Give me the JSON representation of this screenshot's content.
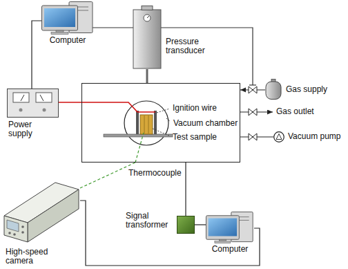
{
  "diagram": {
    "nodes": [
      {
        "text": [
          "Computer"
        ]
      },
      {
        "text": [
          "Pressure transducer"
        ]
      },
      {
        "text": [
          "Power supply"
        ]
      },
      {
        "text": [
          "Vacuum chamber"
        ]
      },
      {
        "text": [
          "Gas supply"
        ]
      },
      {
        "text": [
          "Vacuum pump"
        ]
      },
      {
        "text": [
          "High-speed camera"
        ]
      },
      {
        "text": [
          "Signal transformer"
        ]
      },
      {
        "text": [
          "Computer"
        ]
      }
    ],
    "edges": [
      {
        "from": 0,
        "to": 2,
        "arrow": "none"
      },
      {
        "from": 2,
        "to": 3,
        "arrow": "none"
      },
      {
        "from": 1,
        "to": 3,
        "arrow": "none"
      },
      {
        "from": 4,
        "to": 3,
        "arrow": "to"
      },
      {
        "from": 3,
        "to": 5,
        "arrow": "none"
      },
      {
        "from": 3,
        "to": 7,
        "arrow": "none"
      },
      {
        "from": 7,
        "to": 8,
        "arrow": "none"
      },
      {
        "from": 6,
        "to": 8,
        "arrow": "none"
      },
      {
        "from": 6,
        "to": 3,
        "arrow": "none"
      }
    ],
    "labels": [
      "Ignition wire",
      "Test sample",
      "Gas outlet",
      "Thermocouple"
    ]
  }
}
